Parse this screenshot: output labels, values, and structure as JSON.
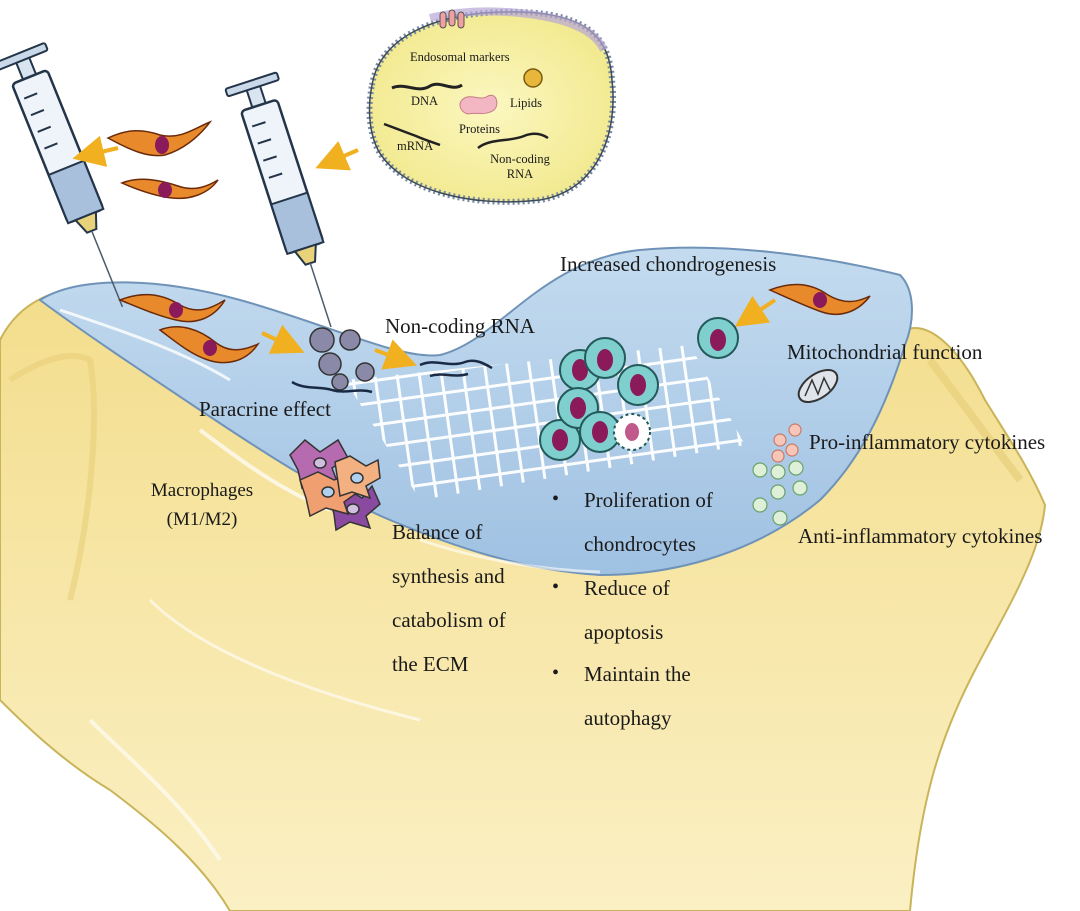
{
  "exosome": {
    "endosomal_markers": "Endosomal  markers",
    "dna": "DNA",
    "lipids": "Lipids",
    "proteins": "Proteins",
    "mrna": "mRNA",
    "noncoding_line1": "Non-coding",
    "noncoding_line2": "RNA"
  },
  "labels": {
    "increased_chondrogenesis": "Increased chondrogenesis",
    "non_coding_rna": "Non-coding RNA",
    "paracrine_effect": "Paracrine effect",
    "mitochondrial_function": "Mitochondrial function",
    "pro_inflammatory": "Pro-inflammatory cytokines",
    "anti_inflammatory": "Anti-inflammatory cytokines",
    "macrophages_line1": "Macrophages",
    "macrophages_line2": "(M1/M2)",
    "ecm_lines": [
      "Balance of",
      "synthesis and",
      "catabolism of",
      "the ECM"
    ]
  },
  "outcomes": [
    {
      "lines": [
        "Proliferation of",
        "chondrocytes"
      ]
    },
    {
      "lines": [
        "Reduce of",
        "apoptosis"
      ]
    },
    {
      "lines": [
        "Maintain the",
        "autophagy"
      ]
    }
  ],
  "bullet_symbol": "•",
  "colors": {
    "bone": "#f6e7a6",
    "bone_edge": "#c9b45a",
    "cartilage": "#a9c8e6",
    "exosome_fill": "#f7f1a2",
    "exosome_border": "#7a8aa0",
    "cell_body": "#e88a2b",
    "nucleus": "#8a1a5a",
    "chondrocyte": "#7fcfcf",
    "arrow": "#f0b020",
    "syringe": "#c9d9ea"
  }
}
